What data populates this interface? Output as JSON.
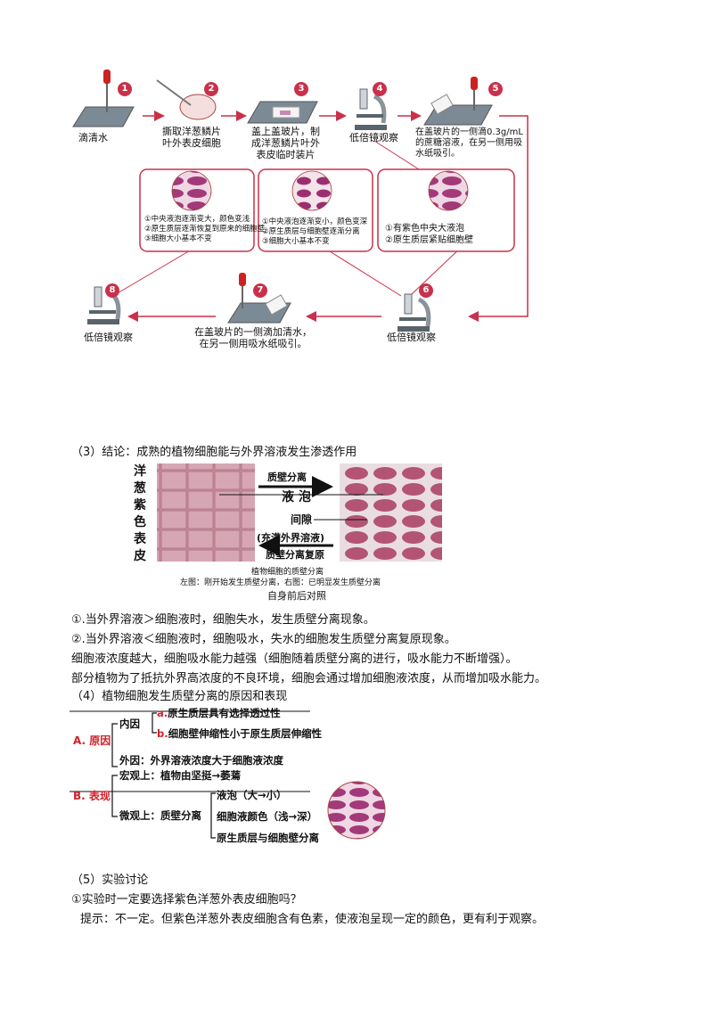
{
  "flow": {
    "steps": [
      {
        "num": "1",
        "label": "滴清水"
      },
      {
        "num": "2",
        "label": "撕取洋葱鳞片\n叶外表皮细胞"
      },
      {
        "num": "3",
        "label": "盖上盖玻片，制\n成洋葱鳞片叶外\n表皮临时装片"
      },
      {
        "num": "4",
        "label": "低倍镜观察"
      },
      {
        "num": "5",
        "label": "在盖玻片的一侧滴0.3g/mL\n的蔗糖溶液，在另一侧用吸\n水纸吸引。"
      },
      {
        "num": "6",
        "label": "低倍镜观察"
      },
      {
        "num": "7",
        "label": "在盖玻片的一侧滴加清水，\n在另一侧用吸水纸吸引。"
      },
      {
        "num": "8",
        "label": "低倍镜观察"
      }
    ],
    "panels": [
      {
        "lines": [
          "①中央液泡逐渐变大，颜色变浅",
          "②原生质层逐渐恢复到原来的细胞壁",
          "③细胞大小基本不变"
        ]
      },
      {
        "lines": [
          "①中央液泡逐渐变小，颜色变深",
          "②原生质层与细胞壁逐渐分离",
          "③细胞大小基本不变"
        ]
      },
      {
        "lines": [
          "①有紫色中央大液泡",
          "②原生质层紧贴细胞壁"
        ]
      }
    ]
  },
  "section3": {
    "heading": "（3）结论：成熟的植物细胞能与外界溶液发生渗透作用",
    "side_label": "洋葱紫色表皮",
    "plasmolysis": "质壁分离",
    "vacuole": "液 泡",
    "gap": "间隙",
    "gap_note": "(充满外界溶液)",
    "recovery": "质壁分离复原",
    "caption1": "植物细胞的质壁分离",
    "caption2": "左图：刚开始发生质壁分离，右图：已明显发生质壁分离",
    "caption3": "自身前后对照",
    "lines": [
      "①.当外界溶液＞细胞液时，细胞失水，发生质壁分离现象。",
      "②.当外界溶液＜细胞液时，细胞吸水，失水的细胞发生质壁分离复原现象。",
      "细胞液浓度越大，细胞吸水能力越强（细胞随着质壁分离的进行，吸水能力不断增强）。",
      "部分植物为了抵抗外界高浓度的不良环境，细胞会通过增加细胞液浓度，从而增加吸水能力。"
    ]
  },
  "section4": {
    "heading": "（4）植物细胞发生质壁分离的原因和表现",
    "a_label": "A. 原因",
    "inner": "内因",
    "inner_a_tag": "a.",
    "inner_a": "原生质层具有选择透过性",
    "inner_b_tag": "b.",
    "inner_b": "细胞壁伸缩性小于原生质层伸缩性",
    "outer": "外因：外界溶液浓度大于细胞液浓度",
    "b_label": "B. 表现",
    "macro": "宏观上：植物由坚挺→萎蔫",
    "micro": "微观上：质壁分离",
    "m1": "液泡（大→小）",
    "m2": "细胞液颜色（浅→深）",
    "m3": "原生质层与细胞壁分离"
  },
  "section5": {
    "heading": "（5）实验讨论",
    "q1": "①实验时一定要选择紫色洋葱外表皮细胞吗？",
    "a1": "提示：不一定。但紫色洋葱外表皮细胞含有色素，使液泡呈现一定的颜色，更有利于观察。"
  },
  "colors": {
    "accent": "#c9304a",
    "vacuole": "#a23a7a",
    "label_red": "#d0202a"
  }
}
